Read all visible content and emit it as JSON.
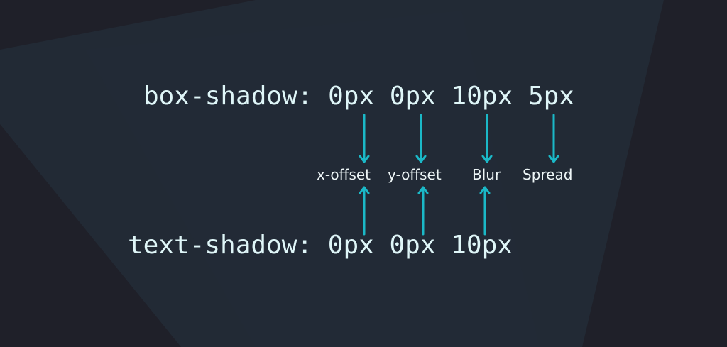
{
  "box_shadow": {
    "property": "box-shadow:",
    "values": [
      "0px",
      "0px",
      "10px",
      "5px"
    ]
  },
  "text_shadow": {
    "property": "text-shadow:",
    "values": [
      "0px",
      "0px",
      "10px"
    ]
  },
  "labels": {
    "x_offset": "x-offset",
    "y_offset": "y-offset",
    "blur": "Blur",
    "spread": "Spread"
  },
  "colors": {
    "background": "#1f2029",
    "panel": "#232a35",
    "code_text": "#dff6f8",
    "arrow": "#1bb8c7"
  }
}
